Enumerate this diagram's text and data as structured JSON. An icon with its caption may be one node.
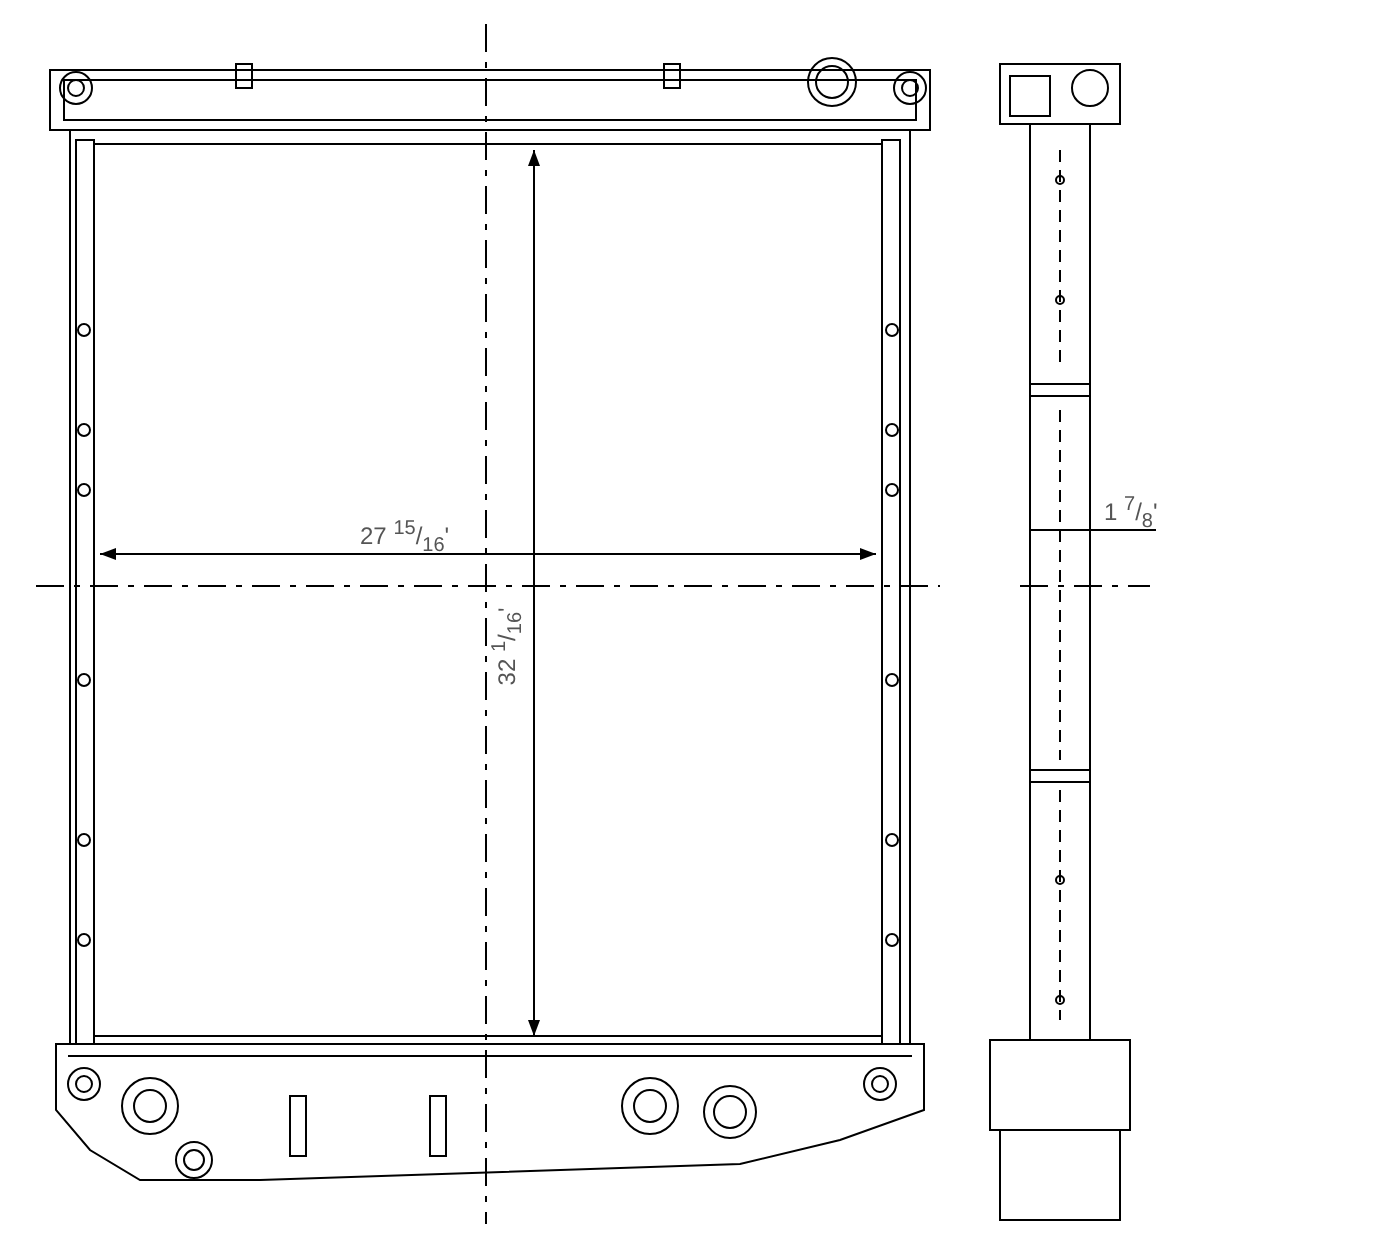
{
  "diagram": {
    "labels": [
      "27 $^{15}$/$_{16}$'",
      "32 $^{1}$/$_{16}$'",
      "1 $^{7}$/$_{8}$'"
    ]
  }
}
